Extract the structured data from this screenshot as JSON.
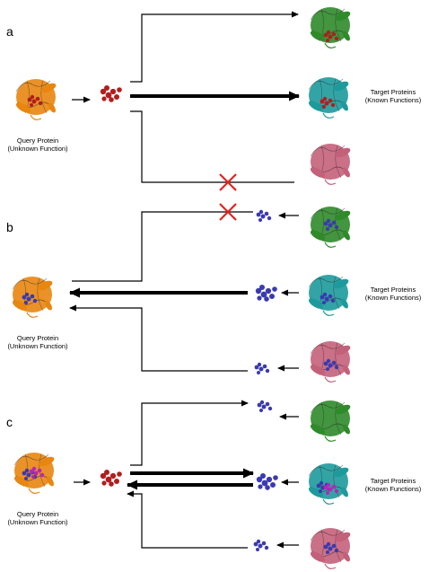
{
  "panels": [
    {
      "letter": "a",
      "query_label": [
        "Query Protein",
        "(Unknown Function)"
      ],
      "target_label": [
        "Target Proteins",
        "(Known Functions)"
      ]
    },
    {
      "letter": "b",
      "query_label": [
        "Query Protein",
        "(Unknown Function)"
      ],
      "target_label": [
        "Target Proteins",
        "(Known Functions)"
      ]
    },
    {
      "letter": "c",
      "query_label": [
        "Query Protein",
        "(Unknown Function)"
      ],
      "target_label": [
        "Target Proteins",
        "(Known Functions)"
      ]
    }
  ],
  "colors": {
    "query_protein": "#e8860f",
    "target_green": "#2f8a2a",
    "target_teal": "#1d9a9c",
    "target_pink": "#c4607a",
    "ligand_red": "#b01e1e",
    "ligand_blue": "#3a3ab0",
    "ligand_magenta": "#b528b5",
    "cross": "#e8201e",
    "arrow": "#000000"
  },
  "icons": [
    "protein-ribbon-icon",
    "ligand-cluster-icon",
    "red-cross-icon",
    "arrow-icon"
  ]
}
